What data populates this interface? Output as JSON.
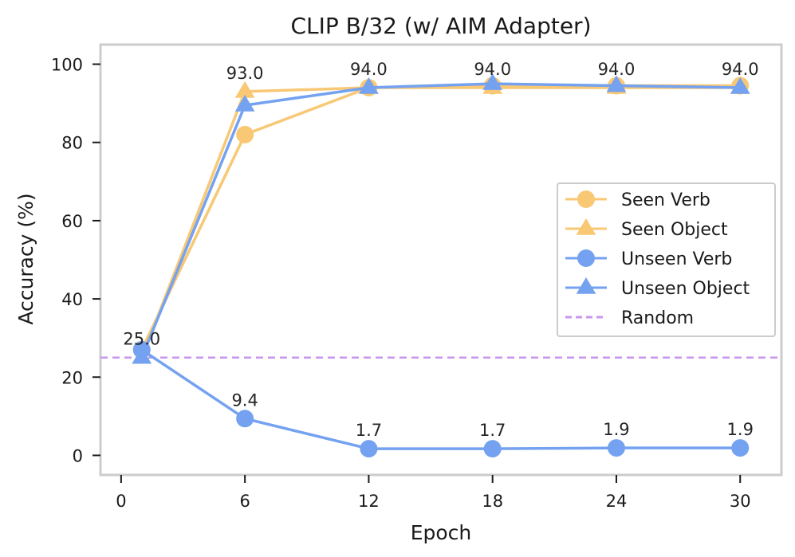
{
  "chart_data": {
    "type": "line",
    "title": "CLIP B/32 (w/ AIM Adapter)",
    "xlabel": "Epoch",
    "ylabel": "Accuracy (%)",
    "x": [
      1,
      6,
      12,
      18,
      24,
      30
    ],
    "xticks": [
      0,
      6,
      12,
      18,
      24,
      30
    ],
    "yticks": [
      0,
      20,
      40,
      60,
      80,
      100
    ],
    "xlim": [
      -1,
      32
    ],
    "ylim": [
      -5,
      105
    ],
    "grid": false,
    "legend_position": "right",
    "series": [
      {
        "name": "Seen Verb",
        "marker": "circle",
        "color": "#f8c874",
        "values": [
          27.0,
          82.0,
          94.0,
          94.5,
          94.5,
          94.5
        ]
      },
      {
        "name": "Seen Object",
        "marker": "triangle",
        "color": "#f8c874",
        "values": [
          25.0,
          93.0,
          94.0,
          94.0,
          94.0,
          94.0
        ]
      },
      {
        "name": "Unseen Verb",
        "marker": "circle",
        "color": "#74a2f0",
        "values": [
          27.0,
          9.4,
          1.7,
          1.7,
          1.9,
          1.9
        ]
      },
      {
        "name": "Unseen Object",
        "marker": "triangle",
        "color": "#74a2f0",
        "values": [
          25.0,
          89.5,
          94.0,
          95.0,
          94.5,
          94.0
        ]
      }
    ],
    "reference_line": {
      "name": "Random",
      "value": 25,
      "color": "#c896ec",
      "style": "dashed"
    },
    "annotations": [
      {
        "x": 1,
        "y": 25.0,
        "text": "25.0"
      },
      {
        "x": 6,
        "y": 93.0,
        "text": "93.0"
      },
      {
        "x": 12,
        "y": 94.0,
        "text": "94.0"
      },
      {
        "x": 18,
        "y": 94.0,
        "text": "94.0"
      },
      {
        "x": 24,
        "y": 94.0,
        "text": "94.0"
      },
      {
        "x": 30,
        "y": 94.0,
        "text": "94.0"
      },
      {
        "x": 6,
        "y": 9.4,
        "text": "9.4"
      },
      {
        "x": 12,
        "y": 1.7,
        "text": "1.7"
      },
      {
        "x": 18,
        "y": 1.7,
        "text": "1.7"
      },
      {
        "x": 24,
        "y": 1.9,
        "text": "1.9"
      },
      {
        "x": 30,
        "y": 1.9,
        "text": "1.9"
      }
    ]
  }
}
